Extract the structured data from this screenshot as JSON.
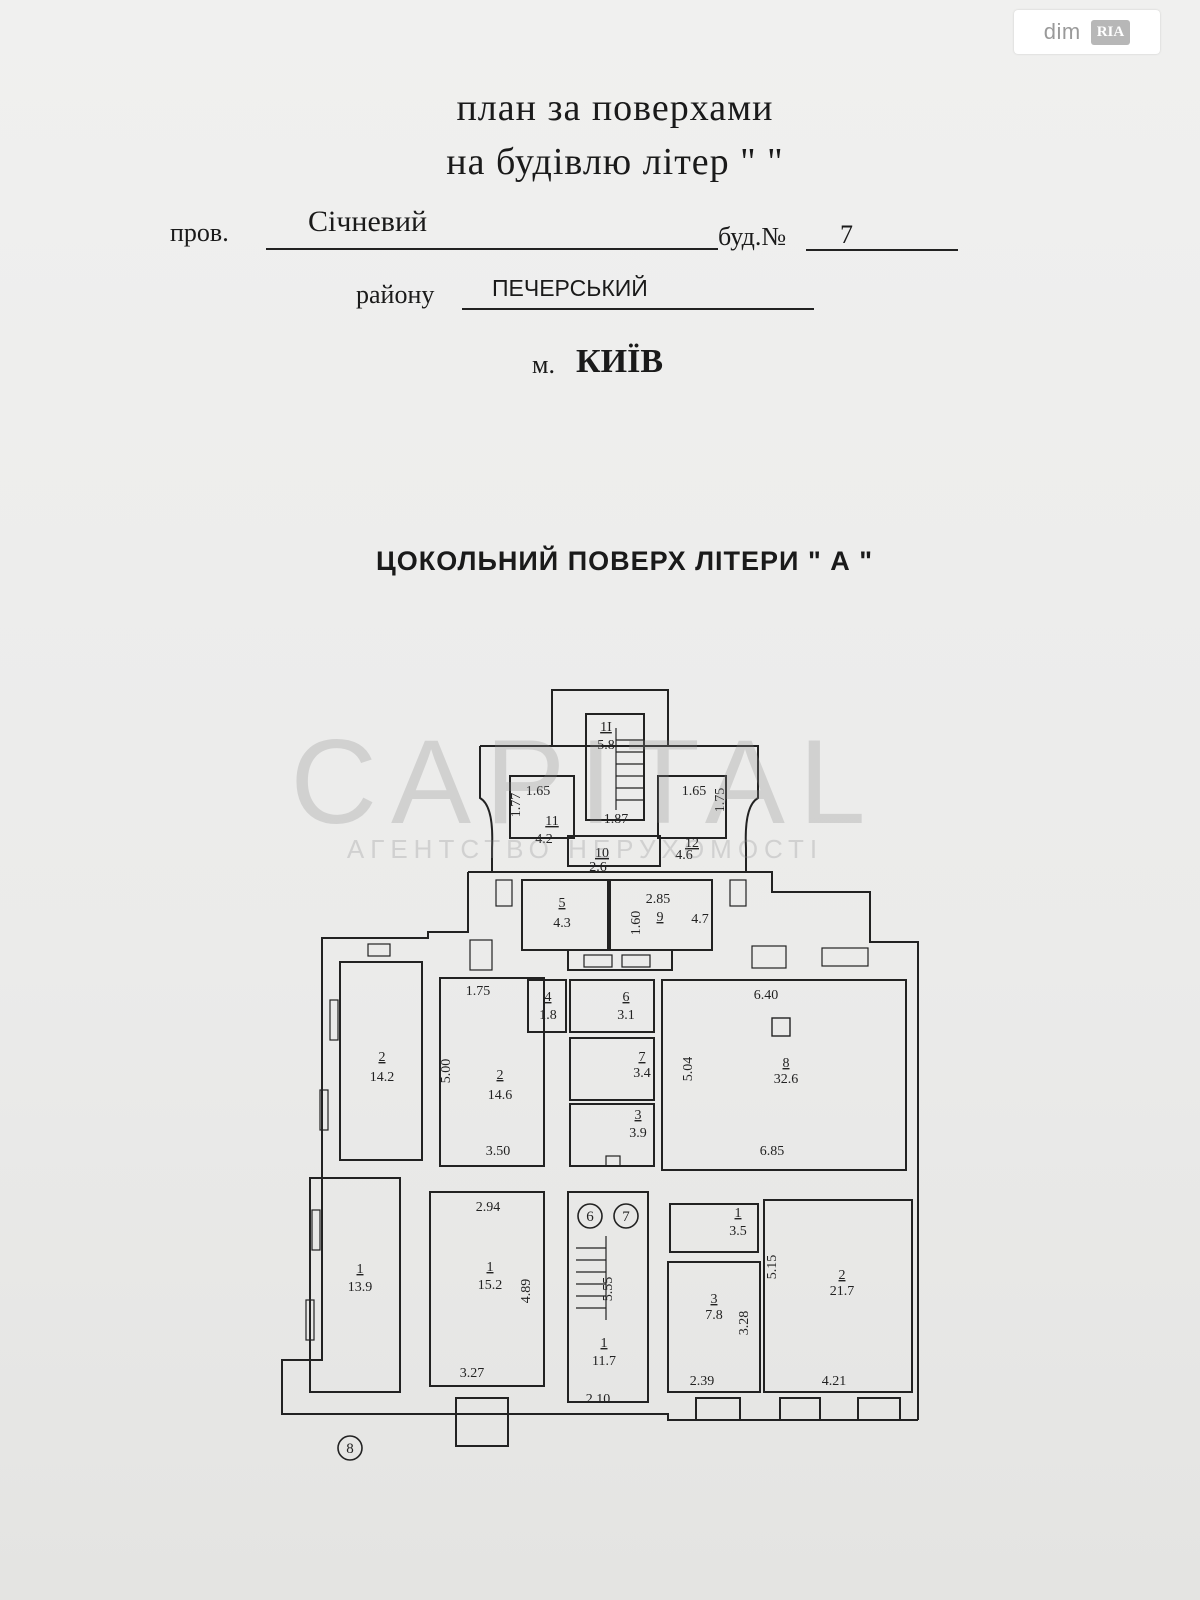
{
  "badge": {
    "brand": "dim",
    "brand_mark": "RIA"
  },
  "header": {
    "line1": "план за  поверхами",
    "line2": "на будівлю  літер \"  \""
  },
  "address": {
    "street_label": "пров.",
    "street_value": "Січневий",
    "house_label": "буд.№",
    "house_value": "7",
    "district_label": "району",
    "district_value": "ПЕЧЕРСЬКИЙ",
    "city_label": "м.",
    "city_value": "КИЇВ"
  },
  "floor_title": "ЦОКОЛЬНИЙ  ПОВЕРХ   ЛІТЕРИ \" А \"",
  "watermark": {
    "main": "CAPITAL",
    "sub": "АГЕНТСТВО НЕРУХОМОСТІ"
  },
  "plan_labels": [
    {
      "text": "1I",
      "kind": "room-num"
    },
    {
      "text": "5.8",
      "kind": "area"
    },
    {
      "text": "1.65",
      "kind": "dim"
    },
    {
      "text": "1.77",
      "kind": "dim"
    },
    {
      "text": "11",
      "kind": "room-num"
    },
    {
      "text": "4.2",
      "kind": "area"
    },
    {
      "text": "1.87",
      "kind": "dim"
    },
    {
      "text": "1.65",
      "kind": "dim"
    },
    {
      "text": "1.75",
      "kind": "dim"
    },
    {
      "text": "12",
      "kind": "room-num"
    },
    {
      "text": "4.6",
      "kind": "area"
    },
    {
      "text": "10",
      "kind": "room-num"
    },
    {
      "text": "2.6",
      "kind": "area"
    },
    {
      "text": "5",
      "kind": "room-num"
    },
    {
      "text": "4.3",
      "kind": "area"
    },
    {
      "text": "2.85",
      "kind": "dim"
    },
    {
      "text": "9",
      "kind": "room-num"
    },
    {
      "text": "4.7",
      "kind": "area"
    },
    {
      "text": "1.60",
      "kind": "dim"
    },
    {
      "text": "1.75",
      "kind": "dim"
    },
    {
      "text": "4",
      "kind": "room-num"
    },
    {
      "text": "1.8",
      "kind": "area"
    },
    {
      "text": "6",
      "kind": "room-num"
    },
    {
      "text": "3.1",
      "kind": "area"
    },
    {
      "text": "6.40",
      "kind": "dim"
    },
    {
      "text": "2",
      "kind": "room-num"
    },
    {
      "text": "14.2",
      "kind": "area"
    },
    {
      "text": "5.00",
      "kind": "dim"
    },
    {
      "text": "2",
      "kind": "room-num"
    },
    {
      "text": "14.6",
      "kind": "area"
    },
    {
      "text": "7",
      "kind": "room-num"
    },
    {
      "text": "3.4",
      "kind": "area"
    },
    {
      "text": "5.04",
      "kind": "dim"
    },
    {
      "text": "8",
      "kind": "room-num"
    },
    {
      "text": "32.6",
      "kind": "area"
    },
    {
      "text": "3",
      "kind": "room-num"
    },
    {
      "text": "3.9",
      "kind": "area"
    },
    {
      "text": "3.50",
      "kind": "dim"
    },
    {
      "text": "6.85",
      "kind": "dim"
    },
    {
      "text": "2.94",
      "kind": "dim"
    },
    {
      "text": "6",
      "kind": "circle"
    },
    {
      "text": "7",
      "kind": "circle"
    },
    {
      "text": "1",
      "kind": "room-num"
    },
    {
      "text": "3.5",
      "kind": "area"
    },
    {
      "text": "1",
      "kind": "room-num"
    },
    {
      "text": "13.9",
      "kind": "area"
    },
    {
      "text": "1",
      "kind": "room-num"
    },
    {
      "text": "15.2",
      "kind": "area"
    },
    {
      "text": "4.89",
      "kind": "dim"
    },
    {
      "text": "5.55",
      "kind": "dim"
    },
    {
      "text": "3",
      "kind": "room-num"
    },
    {
      "text": "7.8",
      "kind": "area"
    },
    {
      "text": "3.28",
      "kind": "dim"
    },
    {
      "text": "5.15",
      "kind": "dim"
    },
    {
      "text": "2",
      "kind": "room-num"
    },
    {
      "text": "21.7",
      "kind": "area"
    },
    {
      "text": "1",
      "kind": "room-num"
    },
    {
      "text": "11.7",
      "kind": "area"
    },
    {
      "text": "3.27",
      "kind": "dim"
    },
    {
      "text": "2.10",
      "kind": "dim"
    },
    {
      "text": "2.39",
      "kind": "dim"
    },
    {
      "text": "4.21",
      "kind": "dim"
    },
    {
      "text": "8",
      "kind": "circle"
    }
  ]
}
